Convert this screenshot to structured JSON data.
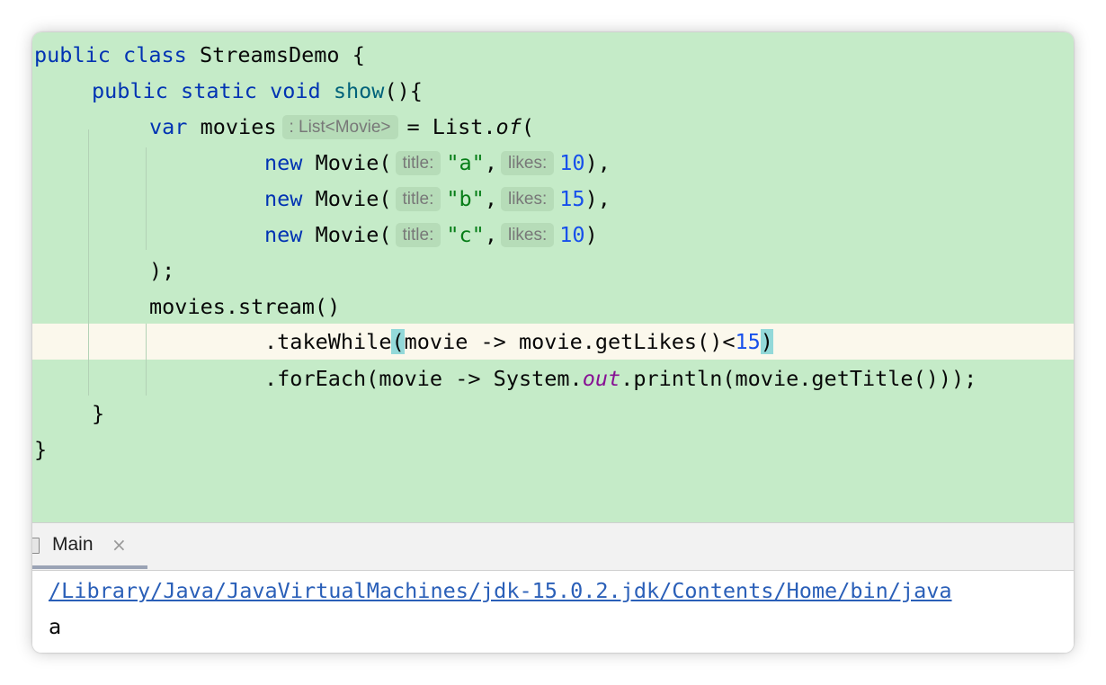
{
  "editor": {
    "line1": {
      "kw_public": "public",
      "kw_class": "class",
      "class_name": "StreamsDemo",
      "brace": "{"
    },
    "line2": {
      "kw_public": "public",
      "kw_static": "static",
      "kw_void": "void",
      "method": "show",
      "sig": "(){"
    },
    "line3": {
      "kw_var": "var",
      "var_name": "movies",
      "type_hint": ": List<Movie>",
      "assign": "= List.",
      "of_method": "of",
      "paren": "("
    },
    "movies": [
      {
        "kw_new": "new",
        "ctor": "Movie(",
        "hint_title": "title:",
        "title": "\"a\"",
        "comma": ",",
        "hint_likes": "likes:",
        "likes": "10",
        "tail": "),"
      },
      {
        "kw_new": "new",
        "ctor": "Movie(",
        "hint_title": "title:",
        "title": "\"b\"",
        "comma": ",",
        "hint_likes": "likes:",
        "likes": "15",
        "tail": "),"
      },
      {
        "kw_new": "new",
        "ctor": "Movie(",
        "hint_title": "title:",
        "title": "\"c\"",
        "comma": ",",
        "hint_likes": "likes:",
        "likes": "10",
        "tail": ")"
      }
    ],
    "line7": ");",
    "line8": "movies.stream()",
    "line9": {
      "call": ".takeWhile",
      "open": "(",
      "body": "movie -> movie.getLikes()<",
      "num": "15",
      "close": ")"
    },
    "line10": {
      "pre": ".forEach(movie -> System.",
      "field": "out",
      "post": ".println(movie.getTitle()));"
    },
    "line11": "}",
    "line12": "}"
  },
  "run_panel": {
    "tab_label": "Main",
    "tab_close": "×",
    "command_path": "/Library/Java/JavaVirtualMachines/jdk-15.0.2.jdk/Contents/Home/bin/java",
    "output": [
      "a"
    ]
  },
  "colors": {
    "editor_bg": "#c5ebc8",
    "caret_line_bg": "#fbf8ec",
    "keyword": "#0033b3",
    "string": "#067d17",
    "number": "#1750eb",
    "static_field": "#871094",
    "link": "#2a5fb8"
  },
  "icons": {
    "tab_icon": "run-config-file-icon",
    "close": "close-icon"
  }
}
